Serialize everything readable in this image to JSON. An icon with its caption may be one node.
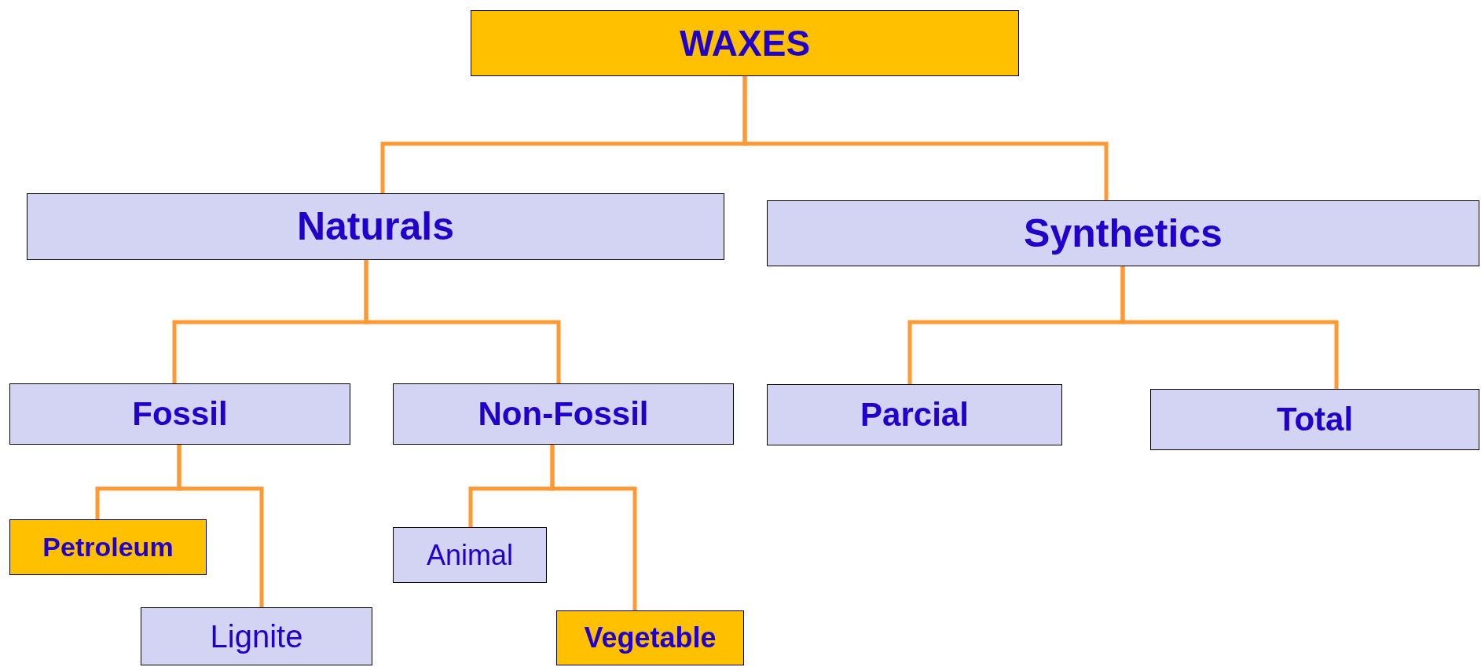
{
  "diagram": {
    "nodes": [
      {
        "text": [
          "WAXES"
        ]
      },
      {
        "text": [
          "Naturals"
        ]
      },
      {
        "text": [
          "Synthetics"
        ]
      },
      {
        "text": [
          "Fossil"
        ]
      },
      {
        "text": [
          "Non-Fossil"
        ]
      },
      {
        "text": [
          "Parcial"
        ]
      },
      {
        "text": [
          "Total"
        ]
      },
      {
        "text": [
          "Petroleum"
        ]
      },
      {
        "text": [
          "Lignite"
        ]
      },
      {
        "text": [
          "Animal"
        ]
      },
      {
        "text": [
          "Vegetable"
        ]
      }
    ],
    "edges": [
      {
        "from": 0,
        "to": 1,
        "arrow": "none"
      },
      {
        "from": 0,
        "to": 2,
        "arrow": "none"
      },
      {
        "from": 1,
        "to": 3,
        "arrow": "none"
      },
      {
        "from": 1,
        "to": 4,
        "arrow": "none"
      },
      {
        "from": 2,
        "to": 5,
        "arrow": "none"
      },
      {
        "from": 2,
        "to": 6,
        "arrow": "none"
      },
      {
        "from": 3,
        "to": 7,
        "arrow": "none"
      },
      {
        "from": 3,
        "to": 8,
        "arrow": "none"
      },
      {
        "from": 4,
        "to": 9,
        "arrow": "none"
      },
      {
        "from": 4,
        "to": 10,
        "arrow": "none"
      }
    ]
  }
}
